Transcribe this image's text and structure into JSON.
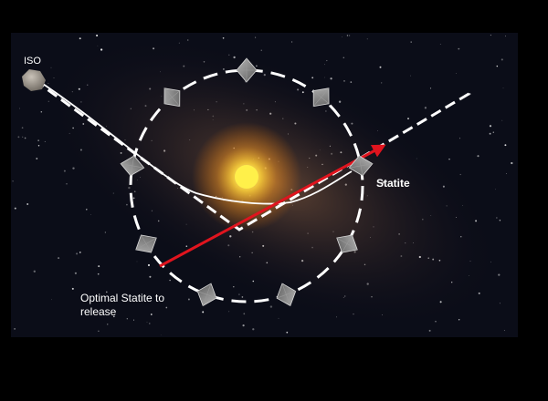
{
  "labels": {
    "iso": "ISO",
    "statite": "Statite",
    "optimal_release": "Optimal Statite to\nrelease"
  },
  "colors": {
    "background": "#000000",
    "orbit": "#ffffff",
    "trajectory": "#ffffff",
    "release_vector": "#e0141e",
    "sun": "#fff04a",
    "sun_glow": "#ff9a1f",
    "sail": "#8a8a8a"
  },
  "icons": {
    "sun": "sun-icon",
    "asteroid": "asteroid-icon",
    "solar_sail": "solar-sail-icon"
  },
  "statite_count": 9
}
